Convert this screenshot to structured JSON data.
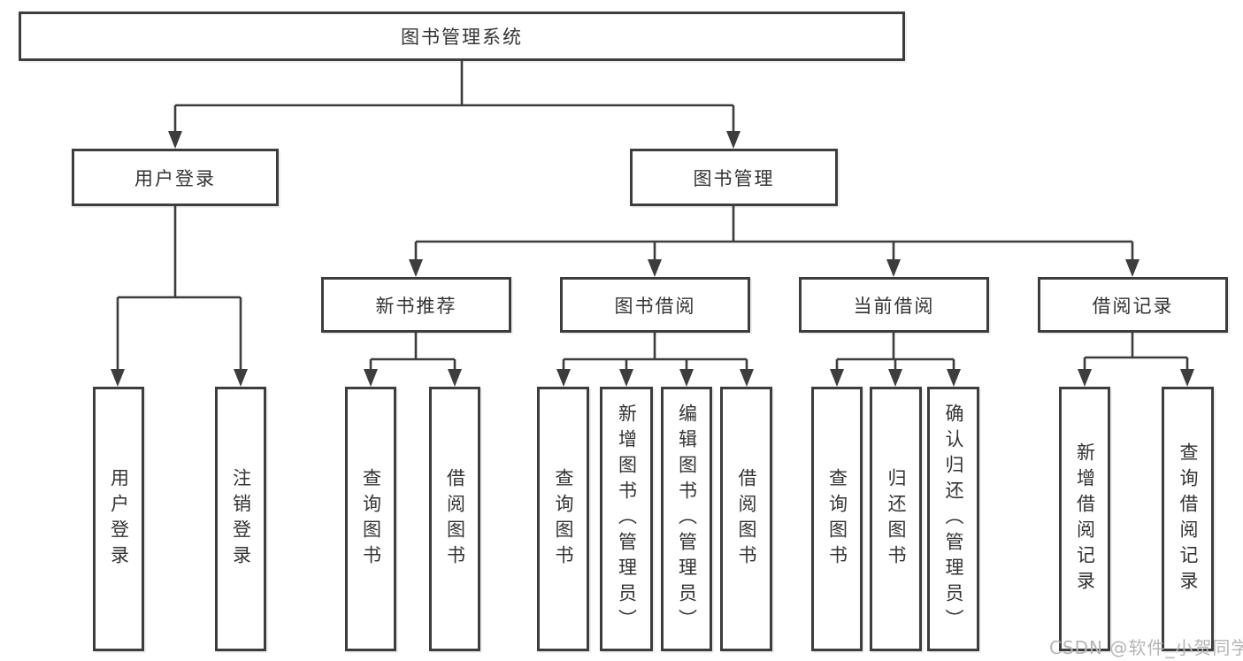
{
  "title": {
    "label": "图书管理系统"
  },
  "level2": [
    {
      "label": "用户登录"
    },
    {
      "label": "图书管理"
    }
  ],
  "level3": [
    {
      "label": "新书推荐"
    },
    {
      "label": "图书借阅"
    },
    {
      "label": "当前借阅"
    },
    {
      "label": "借阅记录"
    }
  ],
  "leaves": {
    "login": [
      {
        "label": "用户登录"
      },
      {
        "label": "注销登录"
      }
    ],
    "recommend": [
      {
        "label": "查询图书"
      },
      {
        "label": "借阅图书"
      }
    ],
    "borrow": [
      {
        "label": "查询图书"
      },
      {
        "label": "新增图书（管理员）"
      },
      {
        "label": "编辑图书（管理员）"
      },
      {
        "label": "借阅图书"
      }
    ],
    "current": [
      {
        "label": "查询图书"
      },
      {
        "label": "归还图书"
      },
      {
        "label": "确认归还（管理员）"
      }
    ],
    "records": [
      {
        "label": "新增借阅记录"
      },
      {
        "label": "查询借阅记录"
      }
    ]
  },
  "watermark": {
    "text": "CSDN @软件_小贺同学"
  },
  "colors": {
    "line": "#3d3d3d",
    "text": "#333333",
    "box_background": "#ffffff",
    "watermark": "#b5b5b5"
  }
}
